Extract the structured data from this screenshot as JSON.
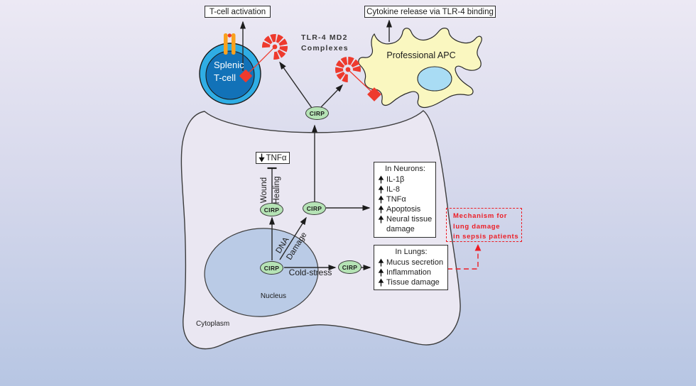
{
  "figure": {
    "top": {
      "tcell_activation_label": "T-cell activation",
      "cytokine_release_label": "Cytokine release via TLR-4 binding",
      "tlr4_line1": "TLR-4 MD2",
      "tlr4_line2": "Complexes",
      "splenic_line1": "Splenic",
      "splenic_line2": "T-cell",
      "professional_apc_label": "Professional APC"
    },
    "cirp_label": "CIRP",
    "cell": {
      "tnfa_label": "TNFα",
      "wound_label": "Wound",
      "healing_label": "Healing",
      "dna_label": "DNA",
      "damage_label": "Damage",
      "cold_stress_label": "Cold-stress",
      "nucleus_label": "Nucleus",
      "cytoplasm_label": "Cytoplasm"
    },
    "neurons_box": {
      "title": "In Neurons:",
      "items": [
        "IL-1β",
        "IL-8",
        "TNFα",
        "Apoptosis",
        "Neural tissue damage"
      ]
    },
    "lungs_box": {
      "title": "In Lungs:",
      "items": [
        "Mucus secretion",
        "Inflammation",
        "Tissue damage"
      ]
    },
    "mechanism_box": {
      "lines": [
        "Mechanism for",
        "lung damage",
        "in sepsis patients"
      ]
    },
    "icons": {
      "up_arrow_icon": "↑",
      "down_arrow_icon": "↓",
      "inhibition_bar_icon": "⊥",
      "tlr4_complex_icon": "segmented-red-fan",
      "ligand_diamond_icon": "red-diamond",
      "tcell_receptor_icon": "orange-double-bar"
    },
    "colors": {
      "red": "#ee3a2d",
      "dashed_red": "#ed1c24",
      "cirp_green": "#b5e3b5",
      "tcell_outer": "#2fade4",
      "tcell_inner": "#1272b8",
      "receptor_orange": "#f9a11d",
      "apc_yellow": "#faf7c0",
      "apc_nucleus": "#a9dcf4",
      "cell_fill": "#eae7f2",
      "nucleus_fill": "#bacbe6",
      "bg_top": "#ece9f4",
      "bg_bottom": "#b7c6e3"
    }
  }
}
